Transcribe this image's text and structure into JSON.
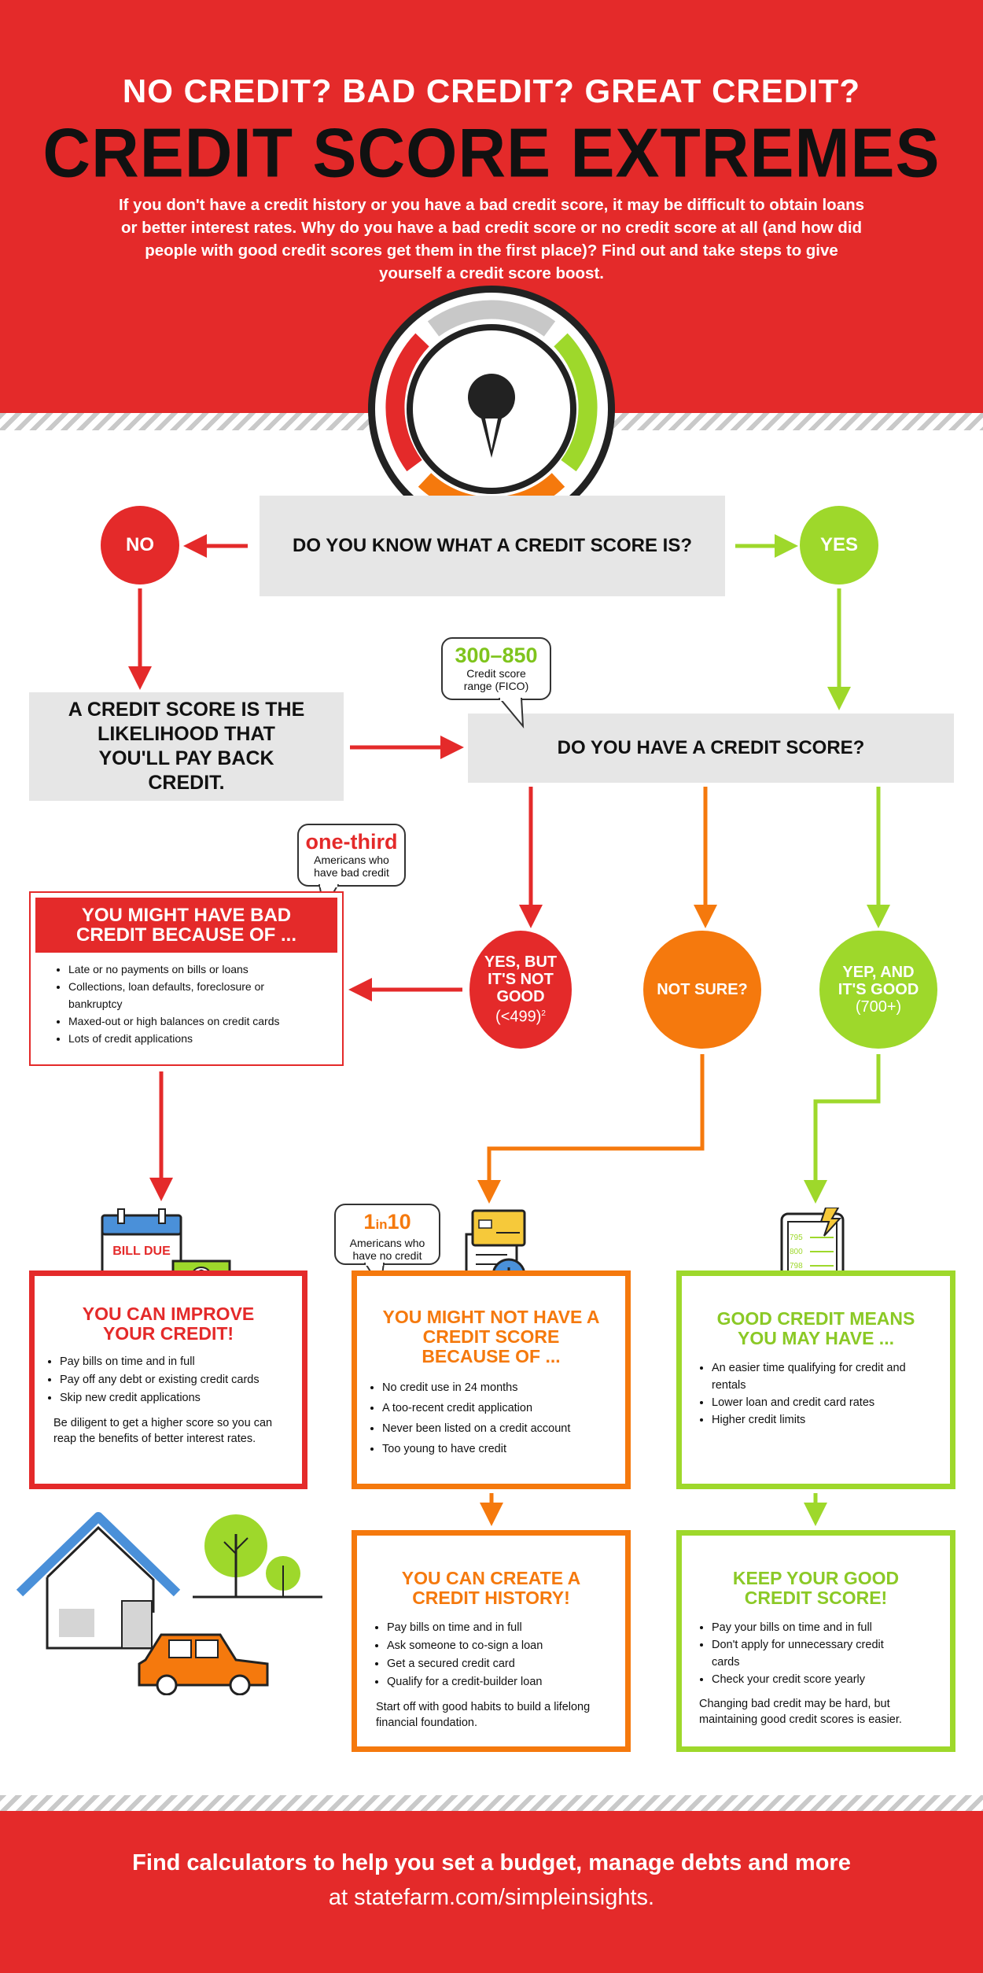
{
  "header": {
    "subtitle": "NO CREDIT? BAD CREDIT? GREAT CREDIT?",
    "title": "CREDIT SCORE EXTREMES",
    "intro": "If you don't have a credit history or you have a bad credit score, it may be difficult to obtain loans or better interest rates. Why do you have a bad credit score or no credit score at all (and how did people with good credit scores get them in the first place)? Find out and take steps to give yourself a credit score boost."
  },
  "flow": {
    "question1": "DO YOU KNOW WHAT A CREDIT SCORE IS?",
    "no": "NO",
    "yes": "YES",
    "definition": "A CREDIT SCORE IS THE LIKELIHOOD THAT YOU'LL PAY BACK CREDIT.",
    "question2": "DO YOU HAVE A CREDIT SCORE?",
    "answer_bad": "YES, BUT IT'S NOT GOOD",
    "answer_bad_range": "(<499)",
    "answer_bad_footnote": "2",
    "answer_unsure": "NOT SURE?",
    "answer_good": "YEP, AND IT'S GOOD",
    "answer_good_range": "(700+)"
  },
  "callouts": {
    "range": {
      "big": "300–850",
      "text": "Credit score range (FICO)"
    },
    "bad": {
      "big": "one-third",
      "text": "Americans who have bad credit"
    },
    "none": {
      "big_num1": "1",
      "big_mid": "in",
      "big_num2": "10",
      "text": "Americans who have no credit"
    }
  },
  "bad_reasons": {
    "title": "YOU MIGHT HAVE BAD CREDIT BECAUSE OF ...",
    "items": [
      "Late or no payments on bills or loans",
      "Collections, loan defaults, foreclosure or bankruptcy",
      "Maxed-out or high balances on credit cards",
      "Lots of credit applications"
    ]
  },
  "bill_icon": {
    "text": "BILL DUE",
    "currency": "$"
  },
  "improve": {
    "title": "YOU CAN IMPROVE YOUR CREDIT!",
    "items": [
      "Pay bills on time and in full",
      "Pay off any debt or existing credit cards",
      "Skip new credit applications"
    ],
    "note": "Be diligent to get a higher score so you can reap the benefits of better interest rates."
  },
  "no_credit": {
    "title": "YOU MIGHT NOT HAVE A CREDIT SCORE BECAUSE OF ...",
    "items": [
      "No credit use in 24 months",
      "A too-recent credit application",
      "Never been listed on a credit account",
      "Too young to have credit"
    ]
  },
  "create": {
    "title": "YOU CAN CREATE A CREDIT HISTORY!",
    "items": [
      "Pay bills on time and in full",
      "Ask someone to co-sign a loan",
      "Get a secured credit card",
      "Qualify for a credit-builder loan"
    ],
    "note": "Start off with good habits to build a lifelong financial foundation."
  },
  "tablet_icon": {
    "scores": [
      "795",
      "800",
      "798"
    ]
  },
  "good_means": {
    "title": "GOOD CREDIT MEANS YOU MAY HAVE ...",
    "items": [
      "An easier time qualifying for credit and rentals",
      "Lower loan and credit card rates",
      "Higher credit limits"
    ]
  },
  "keep": {
    "title": "KEEP YOUR GOOD CREDIT SCORE!",
    "items": [
      "Pay your bills on time and in full",
      "Don't apply for unnecessary credit cards",
      "Check your credit score yearly"
    ],
    "note": "Changing bad credit may be hard, but maintaining good credit scores is easier."
  },
  "footer": {
    "line1": "Find calculators to help you set a budget, manage debts and more",
    "line2": "at statefarm.com/simpleinsights."
  },
  "colors": {
    "red": "#e42a2a",
    "orange": "#f5790d",
    "green": "#9ed82b",
    "gray": "#e6e6e6"
  }
}
